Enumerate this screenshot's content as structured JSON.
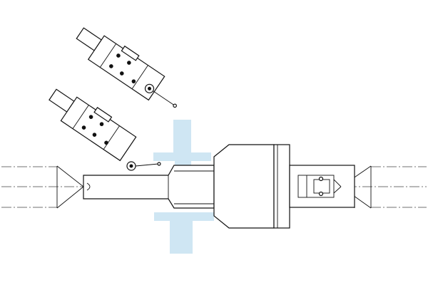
{
  "colors": {
    "background": "#ffffff",
    "line": "#111111",
    "centre_line": "#444444",
    "highlight": "#cfe6f3"
  },
  "components": {
    "left_center_icon": "tailstock-center-cone",
    "right_center_icon": "tailstock-center-cone",
    "upper_gauge_icon": "dial-indicator",
    "lower_gauge_icon": "dial-indicator",
    "shaft_icon": "arbor-shaft",
    "collar_icon": "flange-collar",
    "adapter_icon": "adapter-sleeve"
  }
}
